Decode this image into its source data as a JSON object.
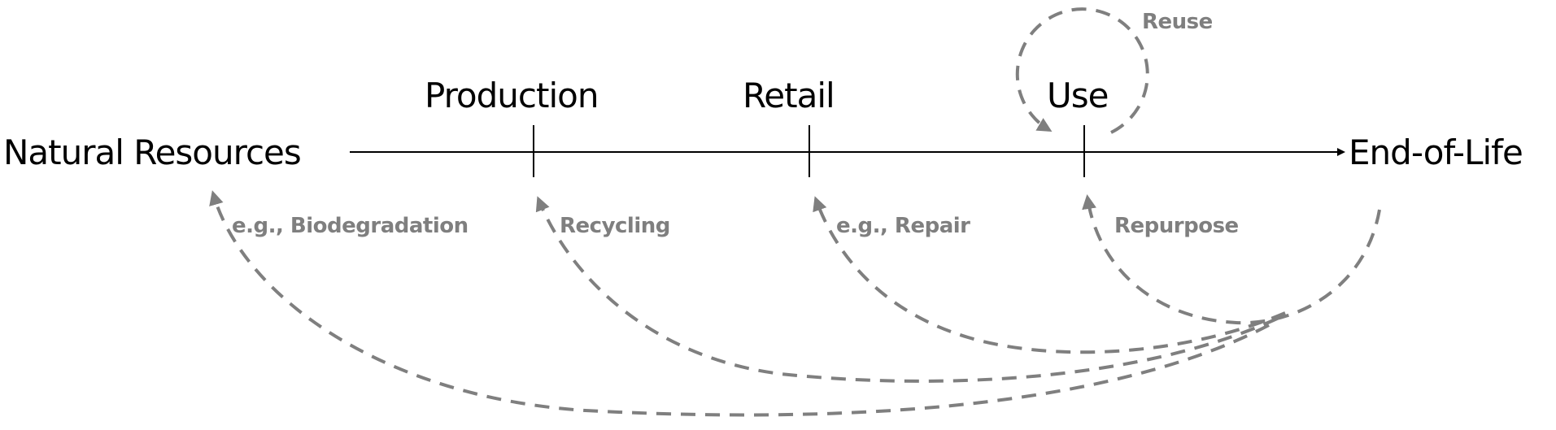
{
  "stages": {
    "natural_resources": "Natural Resources",
    "production": "Production",
    "retail": "Retail",
    "use": "Use",
    "end_of_life": "End-of-Life"
  },
  "flows": {
    "reuse": "Reuse",
    "biodegradation": "e.g., Biodegradation",
    "recycling": "Recycling",
    "repair": "e.g., Repair",
    "repurpose": "Repurpose"
  },
  "colors": {
    "main": "#000000",
    "loop": "#7f7f7f"
  }
}
